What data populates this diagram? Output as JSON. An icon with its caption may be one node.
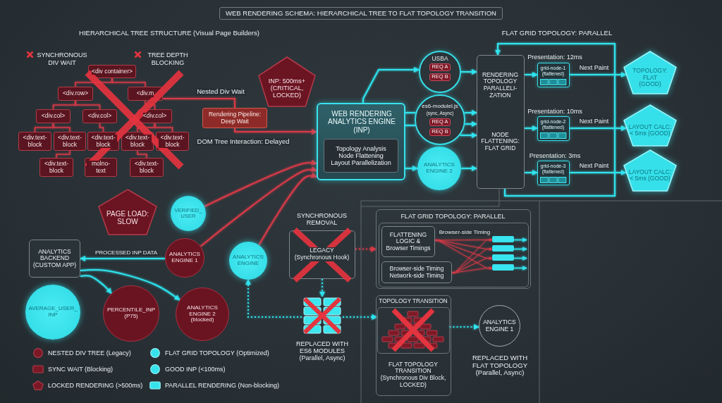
{
  "diagram": {
    "title": "WEB RENDERING SCHEMA: HIERARCHICAL TREE TO FLAT TOPOLOGY TRANSITION",
    "nodes": [
      {
        "text": [
          "<div container>"
        ]
      },
      {
        "text": [
          "<div.row>"
        ]
      },
      {
        "text": [
          "<div.m"
        ]
      },
      {
        "text": [
          "<div.col>"
        ]
      },
      {
        "text": [
          "<div.col>"
        ]
      },
      {
        "text": [
          "<div.col>"
        ]
      },
      {
        "text": [
          "<div.text- block"
        ]
      },
      {
        "text": [
          "<div.text- block"
        ]
      },
      {
        "text": [
          "<div.text- block"
        ]
      },
      {
        "text": [
          "<div.text- block"
        ]
      },
      {
        "text": [
          "<div.text- block"
        ]
      },
      {
        "text": [
          "<div.text- block"
        ]
      },
      {
        "text": [
          "molno- text"
        ]
      },
      {
        "text": [
          "<div.text- block"
        ]
      },
      {
        "text": [
          "INP: 500ms+ (CRITICAL, LOCKED)"
        ]
      },
      {
        "text": [
          "Rendering Pipeline: Deep Wait"
        ]
      },
      {
        "text": [
          "WEB RENDERING ANALYTICS ENGINE (INP)"
        ]
      },
      {
        "text": [
          "Topology Analysis Node Flattening Layout Parallelization"
        ],
        "in": 16
      },
      {
        "text": [
          "USBA"
        ]
      },
      {
        "text": [
          "REQ A"
        ],
        "in": 18
      },
      {
        "text": [
          "REQ B"
        ],
        "in": 18
      },
      {
        "text": [
          "es6-modulel.js",
          "(sync, Async)"
        ]
      },
      {
        "text": [
          "REQ A"
        ],
        "in": 21
      },
      {
        "text": [
          "REQ B"
        ],
        "in": 21
      },
      {
        "text": [
          "ANALYTICS ENGINE 2"
        ]
      },
      {
        "text": [
          "RENDERING TOPOLOGY PARALLELI- ZATION",
          "NODE FLATTENING: FLAT GRID"
        ]
      },
      {
        "text": [
          "grid-node-1 (flattened)"
        ],
        "beside": [
          "Presentation: 12ms"
        ]
      },
      {
        "text": [
          "grid-node-2 (flattened)"
        ],
        "beside": [
          "Presentation: 10ms"
        ]
      },
      {
        "text": [
          "grid-node-3 (flattened)"
        ],
        "beside": [
          "Presentation: 3ms"
        ]
      },
      {
        "text": [
          "TOPOLOGY: FLAT (GOOD)"
        ]
      },
      {
        "text": [
          "LAYOUT CALC: < 5ms (GOOD)"
        ]
      },
      {
        "text": [
          "LAYOUT CALC: < 5ms (GOOD)"
        ]
      },
      {
        "text": [
          "PAGE LOAD: SLOW"
        ]
      },
      {
        "text": [
          "VERIFIED_ USER"
        ]
      },
      {
        "text": [
          "ANALYTICS BACKEND (CUSTOM APP)"
        ]
      },
      {
        "text": [
          "ANALYTICS ENGINE 1"
        ]
      },
      {
        "text": [
          "ANALYTICS ENGINE"
        ]
      },
      {
        "text": [
          "SYNCHRONOUS REMOVAL",
          "LEGACY (Synchronous Hook)"
        ]
      },
      {
        "text": [
          "FLAT GRID TOPOLOGY: PARALLEL"
        ]
      },
      {
        "text": [],
        "shape": "box",
        "in": 38
      },
      {
        "text": [
          "FLATTENING LOGIC & Browser Timings"
        ],
        "in": 39
      },
      {
        "text": [
          "Browser-side Timing Network-side Timing"
        ],
        "in": 39
      },
      {
        "text": [],
        "shape": "bar",
        "in": 39
      },
      {
        "text": [],
        "shape": "bar",
        "in": 39
      },
      {
        "text": [],
        "shape": "bar",
        "in": 39
      },
      {
        "text": [],
        "shape": "bar",
        "in": 39
      },
      {
        "text": [
          "AVERAGE_USER_ INP"
        ]
      },
      {
        "text": [
          "PERCENTILE_INP (P75)"
        ]
      },
      {
        "text": [
          "ANALYTICS ENGINE 2 (blocked)"
        ]
      },
      {
        "text": [],
        "shape": "picture",
        "beside": [
          "REPLACED WITH ES6 MODULES (Parallel, Async)"
        ]
      },
      {
        "text": [
          "TOPOLOGY TRANSITION",
          "FLAT TOPOLOGY TRANSITION (Synchronous Div Block, LOCKED)"
        ]
      },
      {
        "text": [],
        "shape": "picture",
        "in": 50
      },
      {
        "text": [
          "ANALYTICS ENGINE 1"
        ],
        "beside": [
          "REPLACED WITH FLAT TOPOLOGY (Parallel, Async)"
        ]
      }
    ],
    "edges": [
      {
        "from": 0,
        "to": 1,
        "arrow": "none",
        "color": "#d83a48"
      },
      {
        "from": 0,
        "to": 2,
        "arrow": "none",
        "color": "#d83a48"
      },
      {
        "from": 1,
        "to": 3,
        "arrow": "none",
        "color": "#d83a48"
      },
      {
        "from": 1,
        "to": 4,
        "arrow": "none",
        "color": "#d83a48"
      },
      {
        "from": 2,
        "to": 5,
        "arrow": "none",
        "color": "#d83a48"
      },
      {
        "from": 3,
        "to": 6,
        "arrow": "none",
        "color": "#d83a48"
      },
      {
        "from": 3,
        "to": 7,
        "arrow": "none",
        "color": "#d83a48"
      },
      {
        "from": 4,
        "to": 8,
        "arrow": "none",
        "color": "#d83a48"
      },
      {
        "from": 5,
        "to": 9,
        "arrow": "none",
        "color": "#d83a48"
      },
      {
        "from": 5,
        "to": 10,
        "arrow": "none",
        "color": "#d83a48"
      },
      {
        "from": 7,
        "to": 11,
        "arrow": "none",
        "color": "#d83a48"
      },
      {
        "from": 9,
        "to": 13,
        "arrow": "none",
        "color": "#d83a48"
      },
      {
        "from": 2,
        "to": 15,
        "arrow": "none",
        "label": "Nested Div Wait",
        "color": "#d83a48"
      },
      {
        "from": 15,
        "to": 16,
        "arrow": "to",
        "label": "DOM Tree Interaction: Delayed",
        "color": "#d83a48"
      },
      {
        "from": 33,
        "to": 16,
        "arrow": "to",
        "color": "#d83a48"
      },
      {
        "from": 35,
        "to": 16,
        "arrow": "to",
        "color": "#d83a48"
      },
      {
        "from": 36,
        "to": 16,
        "arrow": "to",
        "color": "#d83a48"
      },
      {
        "from": 16,
        "to": 18,
        "arrow": "to"
      },
      {
        "from": 16,
        "to": 21,
        "arrow": "none"
      },
      {
        "from": 16,
        "to": 21,
        "arrow": "none"
      },
      {
        "from": 16,
        "to": 24,
        "arrow": "to"
      },
      {
        "from": 18,
        "to": 25,
        "arrow": "to"
      },
      {
        "from": 21,
        "to": 25,
        "arrow": "to"
      },
      {
        "from": 21,
        "to": 25,
        "arrow": "to"
      },
      {
        "from": 21,
        "to": 25,
        "arrow": "to"
      },
      {
        "from": 24,
        "to": 25,
        "arrow": "to"
      },
      {
        "from": 25,
        "to": 25,
        "arrow": "to"
      },
      {
        "from": 25,
        "to": 26,
        "arrow": "to"
      },
      {
        "from": 25,
        "to": 27,
        "arrow": "to"
      },
      {
        "from": 25,
        "to": 28,
        "arrow": "to"
      },
      {
        "from": 26,
        "to": 29,
        "arrow": "to",
        "label": "Next Paint"
      },
      {
        "from": 27,
        "to": 30,
        "arrow": "to",
        "label": "Next Paint"
      },
      {
        "from": 28,
        "to": 31,
        "arrow": "to",
        "label": "Next Paint"
      },
      {
        "from": 35,
        "to": 34,
        "arrow": "to",
        "label": "PROCESSED INP DATA"
      },
      {
        "from": 34,
        "to": 47,
        "arrow": "to"
      },
      {
        "from": 34,
        "to": 48,
        "arrow": "to"
      },
      {
        "from": 37,
        "to": 38,
        "arrow": "to",
        "style": "dashed",
        "color": "#d83a48"
      },
      {
        "from": 37,
        "to": 49,
        "arrow": "to",
        "style": "dashed"
      },
      {
        "from": 49,
        "to": 36,
        "arrow": "to",
        "style": "dashed"
      },
      {
        "from": 49,
        "to": 51,
        "arrow": "to",
        "style": "dashed"
      },
      {
        "from": 51,
        "to": 52,
        "arrow": "to",
        "style": "dashed"
      },
      {
        "from": 40,
        "to": 42,
        "arrow": "to",
        "label": "Browser-side Timing",
        "color": "#d83a48"
      },
      {
        "from": 40,
        "to": 43,
        "arrow": "to",
        "color": "#d83a48"
      },
      {
        "from": 40,
        "to": 44,
        "arrow": "to",
        "color": "#d83a48"
      },
      {
        "from": 40,
        "to": 45,
        "arrow": "to",
        "color": "#d83a48"
      },
      {
        "from": 41,
        "to": 42,
        "arrow": "to",
        "color": "#d83a48"
      },
      {
        "from": 41,
        "to": 43,
        "arrow": "to",
        "color": "#d83a48"
      },
      {
        "from": 41,
        "to": 44,
        "arrow": "to",
        "color": "#d83a48"
      },
      {
        "from": 41,
        "to": 45,
        "arrow": "to",
        "color": "#d83a48"
      },
      {
        "from": 42,
        "to": null,
        "arrow": "to"
      },
      {
        "from": 43,
        "to": null,
        "arrow": "to"
      },
      {
        "from": 44,
        "to": null,
        "arrow": "to"
      },
      {
        "from": 45,
        "to": null,
        "arrow": "to"
      }
    ],
    "labels": [
      "HIERARCHICAL TREE STRUCTURE (Visual Page Builders)",
      "FLAT GRID TOPOLOGY: PARALLEL",
      "SYNCHRONOUS DIV WAIT",
      "TREE DEPTH BLOCKING"
    ],
    "legend": [
      {
        "text": "NESTED DIV TREE (Legacy)",
        "color": "#7a1826"
      },
      {
        "text": "SYNC WAIT (Blocking)",
        "color": "#7a1826"
      },
      {
        "text": "LOCKED RENDERING (>500ms)",
        "color": "#7a1826"
      },
      {
        "text": "FLAT GRID TOPOLOGY (Optimized)",
        "color": "#36e2ec"
      },
      {
        "text": "GOOD INP (<100ms)",
        "color": "#36e2ec"
      },
      {
        "text": "PARALLEL RENDERING (Non-blocking)",
        "color": "#36e2ec"
      }
    ]
  }
}
